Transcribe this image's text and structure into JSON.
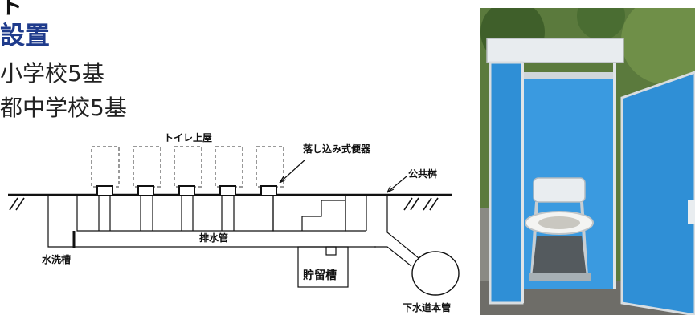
{
  "heading": {
    "top_fragment": "ト",
    "main": "設置",
    "line1": "小学校5基",
    "line2": "都中学校5基"
  },
  "diagram": {
    "labels": {
      "toilet_house": "トイレ上屋",
      "drop_toilet": "落し込み式便器",
      "public_basin": "公共桝",
      "drain_pipe": "排水管",
      "flush_tank": "水洗槽",
      "storage_tank": "貯留槽",
      "sewer_main": "下水道本管"
    }
  },
  "colors": {
    "heading_blue": "#1f3b8c",
    "booth_blue": "#2f8fd6",
    "booth_frame": "#e8ecef"
  },
  "photo": {
    "subject": "portable toilet booth"
  }
}
